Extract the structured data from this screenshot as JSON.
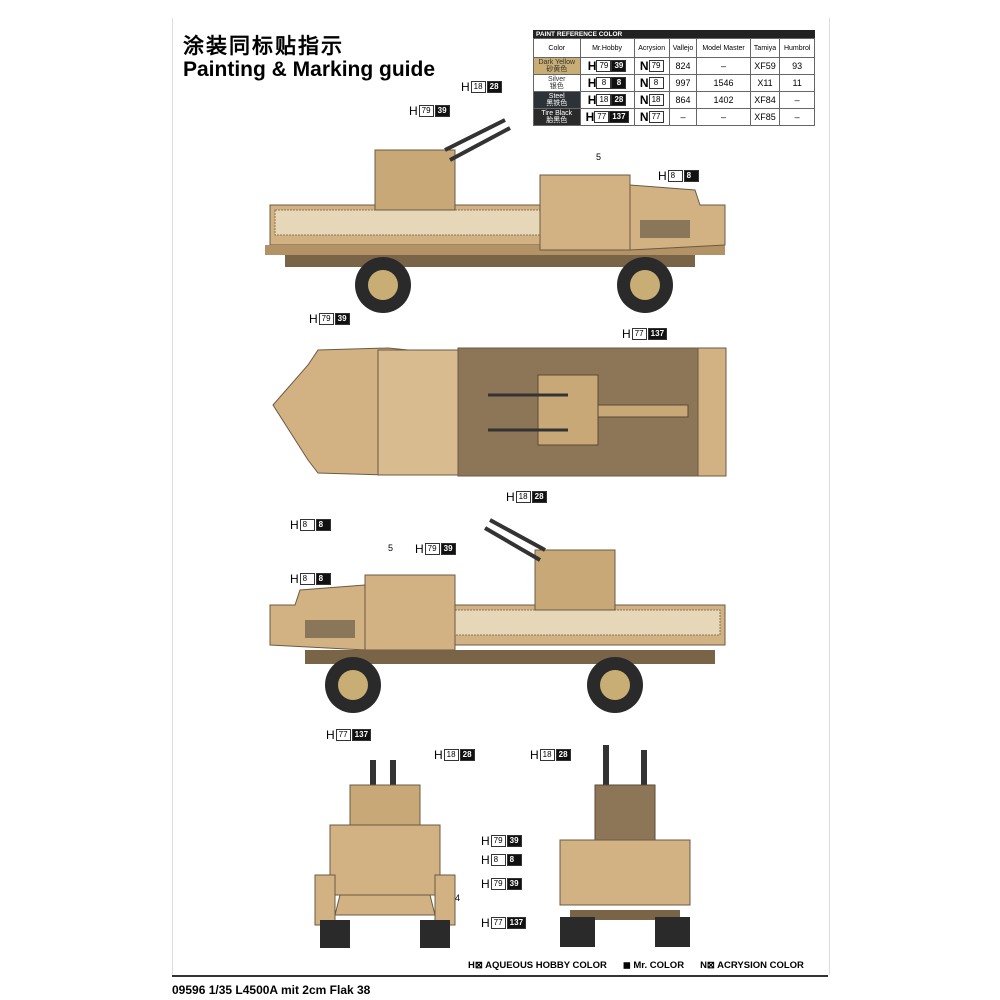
{
  "header": {
    "title_cn": "涂装同标贴指示",
    "title_en": "Painting & Marking guide"
  },
  "paint_table": {
    "heading": "PAINT  REFERENCE COLOR",
    "columns": [
      "Color",
      "Mr.Hobby",
      "Acrysion",
      "Vallejo",
      "Model Master",
      "Tamiya",
      "Humbrol"
    ],
    "rows": [
      {
        "name": "Dark Yellow",
        "name_cn": "砂黄色",
        "swatch": "#c8ad74",
        "h1": "79",
        "h2": "39",
        "n": "79",
        "vallejo": "824",
        "mm": "–",
        "tamiya": "XF59",
        "humbrol": "93"
      },
      {
        "name": "Silver",
        "name_cn": "银色",
        "swatch": "#ffffff",
        "h1": "8",
        "h2": "8",
        "n": "8",
        "vallejo": "997",
        "mm": "1546",
        "tamiya": "X11",
        "humbrol": "11"
      },
      {
        "name": "Steel",
        "name_cn": "黑铁色",
        "swatch": "#2c3238",
        "h1": "18",
        "h2": "28",
        "n": "18",
        "vallejo": "864",
        "mm": "1402",
        "tamiya": "XF84",
        "humbrol": "–"
      },
      {
        "name": "Tire Black",
        "name_cn": "胎黑色",
        "swatch": "#2a2a2a",
        "h1": "77",
        "h2": "137",
        "n": "77",
        "vallejo": "–",
        "mm": "–",
        "tamiya": "XF85",
        "humbrol": "–"
      }
    ],
    "h_letter": "H",
    "n_letter": "N"
  },
  "callouts": [
    {
      "h": "H",
      "a": "18",
      "b": "28"
    },
    {
      "h": "H",
      "a": "79",
      "b": "39"
    },
    {
      "h": "H",
      "a": "8",
      "b": "8"
    },
    {
      "h": "H",
      "a": "79",
      "b": "39"
    },
    {
      "h": "H",
      "a": "77",
      "b": "137"
    },
    {
      "h": "H",
      "a": "8",
      "b": "8"
    },
    {
      "h": "H",
      "a": "18",
      "b": "28"
    },
    {
      "h": "H",
      "a": "79",
      "b": "39"
    },
    {
      "h": "H",
      "a": "8",
      "b": "8"
    },
    {
      "h": "H",
      "a": "77",
      "b": "137"
    },
    {
      "h": "H",
      "a": "18",
      "b": "28"
    },
    {
      "h": "H",
      "a": "18",
      "b": "28"
    },
    {
      "h": "H",
      "a": "79",
      "b": "39"
    },
    {
      "h": "H",
      "a": "8",
      "b": "8"
    },
    {
      "h": "H",
      "a": "79",
      "b": "39"
    },
    {
      "h": "H",
      "a": "77",
      "b": "137"
    }
  ],
  "numbers": [
    "5",
    "5",
    "4"
  ],
  "legend": {
    "aqueous": "H⊠ AQUEOUS HOBBY COLOR",
    "mr": "◼ Mr. COLOR",
    "acrysion": "N⊠ ACRYSION COLOR"
  },
  "footer": {
    "code": "09596 1/35 L4500A mit 2cm Flak 38"
  },
  "colors": {
    "tan": "#d2b283",
    "dark": "#6b5a44",
    "tire": "#2a2a2a"
  }
}
